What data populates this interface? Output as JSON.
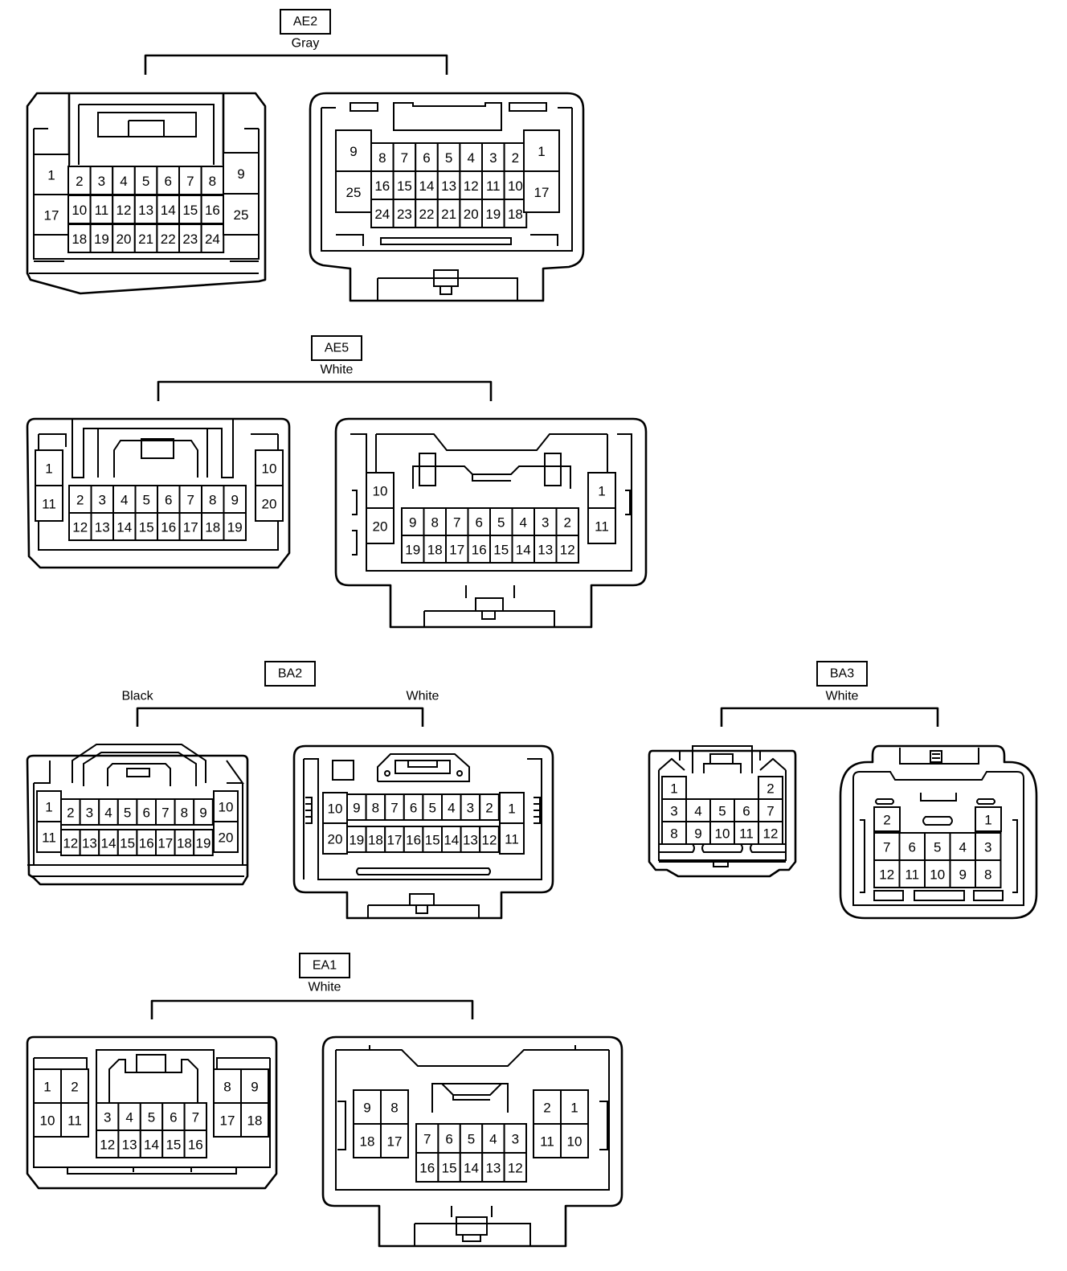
{
  "groups": {
    "ae2": {
      "code": "AE2",
      "color": "Gray"
    },
    "ae5": {
      "code": "AE5",
      "color": "White"
    },
    "ba2": {
      "code": "BA2",
      "left_color": "Black",
      "right_color": "White"
    },
    "ba3": {
      "code": "BA3",
      "color": "White"
    },
    "ea1": {
      "code": "EA1",
      "color": "White"
    }
  },
  "connectors": {
    "ae2_left": [
      [
        "1",
        "17"
      ],
      [
        "2",
        "3",
        "4",
        "5",
        "6",
        "7",
        "8"
      ],
      [
        "10",
        "11",
        "12",
        "13",
        "14",
        "15",
        "16"
      ],
      [
        "18",
        "19",
        "20",
        "21",
        "22",
        "23",
        "24"
      ],
      [
        "9",
        "25"
      ]
    ],
    "ae2_right": [
      [
        "9",
        "25"
      ],
      [
        "8",
        "7",
        "6",
        "5",
        "4",
        "3",
        "2"
      ],
      [
        "16",
        "15",
        "14",
        "13",
        "12",
        "11",
        "10"
      ],
      [
        "24",
        "23",
        "22",
        "21",
        "20",
        "19",
        "18"
      ],
      [
        "1",
        "17"
      ]
    ],
    "ae5_left": [
      [
        "1",
        "11"
      ],
      [
        "2",
        "3",
        "4",
        "5",
        "6",
        "7",
        "8",
        "9"
      ],
      [
        "12",
        "13",
        "14",
        "15",
        "16",
        "17",
        "18",
        "19"
      ],
      [
        "10",
        "20"
      ]
    ],
    "ae5_right": [
      [
        "10",
        "20"
      ],
      [
        "9",
        "8",
        "7",
        "6",
        "5",
        "4",
        "3",
        "2"
      ],
      [
        "19",
        "18",
        "17",
        "16",
        "15",
        "14",
        "13",
        "12"
      ],
      [
        "1",
        "11"
      ]
    ],
    "ba2_left": [
      [
        "1",
        "11"
      ],
      [
        "2",
        "3",
        "4",
        "5",
        "6",
        "7",
        "8",
        "9"
      ],
      [
        "12",
        "13",
        "14",
        "15",
        "16",
        "17",
        "18",
        "19"
      ],
      [
        "10",
        "20"
      ]
    ],
    "ba2_right": [
      [
        "10",
        "20"
      ],
      [
        "9",
        "8",
        "7",
        "6",
        "5",
        "4",
        "3",
        "2"
      ],
      [
        "19",
        "18",
        "17",
        "16",
        "15",
        "14",
        "13",
        "12"
      ],
      [
        "1",
        "11"
      ]
    ],
    "ba3_left": [
      [
        "1"
      ],
      [
        "2"
      ],
      [
        "3",
        "4",
        "5",
        "6",
        "7"
      ],
      [
        "8",
        "9",
        "10",
        "11",
        "12"
      ]
    ],
    "ba3_right": [
      [
        "2"
      ],
      [
        "1"
      ],
      [
        "7",
        "6",
        "5",
        "4",
        "3"
      ],
      [
        "12",
        "11",
        "10",
        "9",
        "8"
      ]
    ],
    "ea1_left": [
      [
        "1",
        "2"
      ],
      [
        "10",
        "11"
      ],
      [
        "3",
        "4",
        "5",
        "6",
        "7"
      ],
      [
        "12",
        "13",
        "14",
        "15",
        "16"
      ],
      [
        "8",
        "9"
      ],
      [
        "17",
        "18"
      ]
    ],
    "ea1_right": [
      [
        "9",
        "8"
      ],
      [
        "18",
        "17"
      ],
      [
        "7",
        "6",
        "5",
        "4",
        "3"
      ],
      [
        "16",
        "15",
        "14",
        "13",
        "12"
      ],
      [
        "2",
        "1"
      ],
      [
        "11",
        "10"
      ]
    ]
  }
}
